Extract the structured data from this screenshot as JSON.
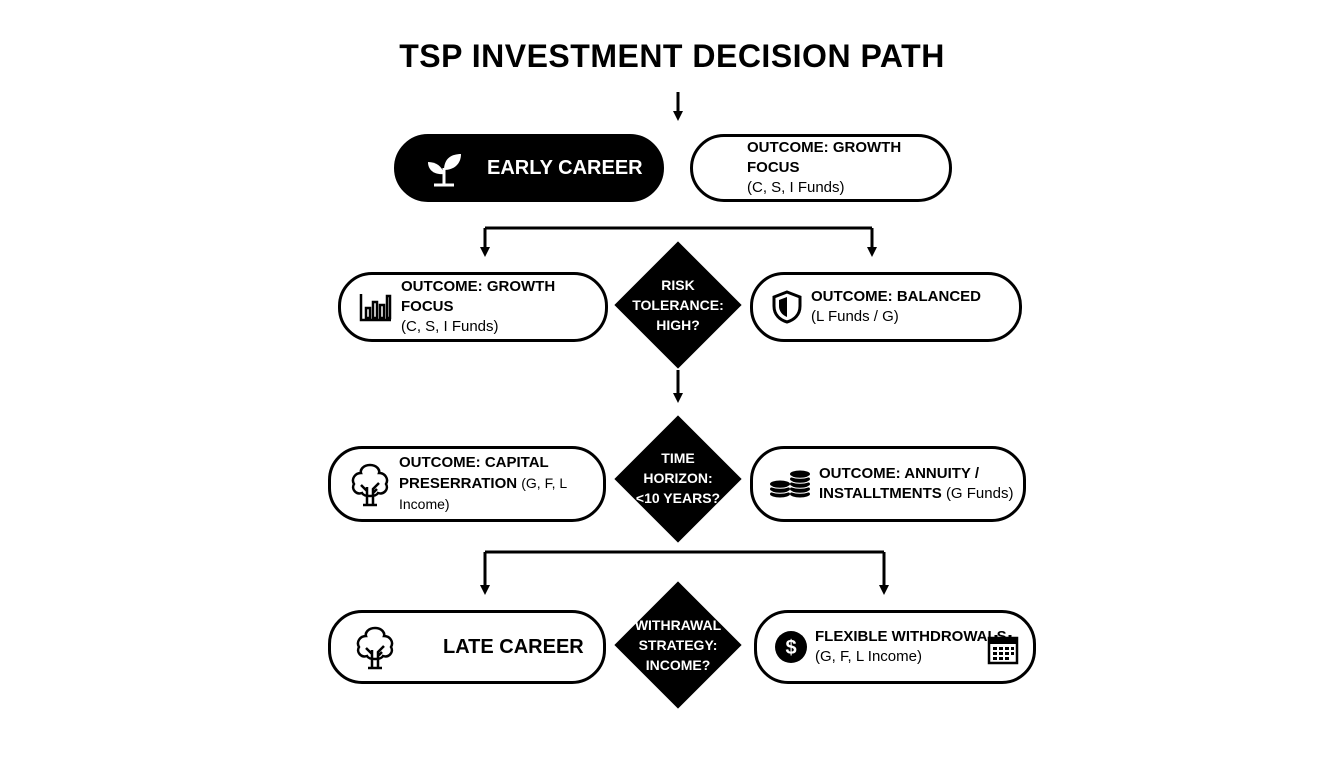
{
  "title": "TSP INVESTMENT DECISION PATH",
  "nodes": {
    "early_career": {
      "label": "EARLY CAREER",
      "icon": "sprout-icon"
    },
    "outcome_top": {
      "head": "OUTCOME: GROWTH FOCUS",
      "detail": "(C, S, I Funds)"
    },
    "outcome_growth": {
      "head": "OUTCOME: GROWTH FOCUS",
      "detail": "(C, S, I Funds)",
      "icon": "bar-chart-icon"
    },
    "outcome_balanced": {
      "head": "OUTCOME: BALANCED",
      "detail": "(L Funds / G)",
      "icon": "shield-icon"
    },
    "outcome_capital": {
      "head": "OUTCOME: CAPITAL",
      "head2": "PRESERRATION",
      "detail": "(G, F, L Income)",
      "icon": "tree-icon"
    },
    "outcome_annuity": {
      "head": "OUTCOME: ANNUITY /",
      "head2": "INSTALLTMENTS",
      "detail": "(G Funds)",
      "icon": "coins-icon"
    },
    "late_career": {
      "label": "LATE CAREER",
      "icon": "tree-icon"
    },
    "flexible": {
      "head": "FLEXIBLE WITHDROWALS",
      "detail": "(G, F, L Income)",
      "icon_left": "dollar-icon",
      "icon_right": "calendar-icon"
    }
  },
  "decisions": {
    "risk": {
      "line1": "RISK",
      "line2": "TOLERANCE:",
      "line3": "HIGH?"
    },
    "time": {
      "line1": "TIME",
      "line2": "HORIZON:",
      "line3": "<10 YEARS?"
    },
    "withdrawal": {
      "line1": "WITHRAWAL",
      "line2": "STRATEGY:",
      "line3": "INCOME?"
    }
  },
  "colors": {
    "ink": "#000000",
    "paper": "#ffffff"
  }
}
